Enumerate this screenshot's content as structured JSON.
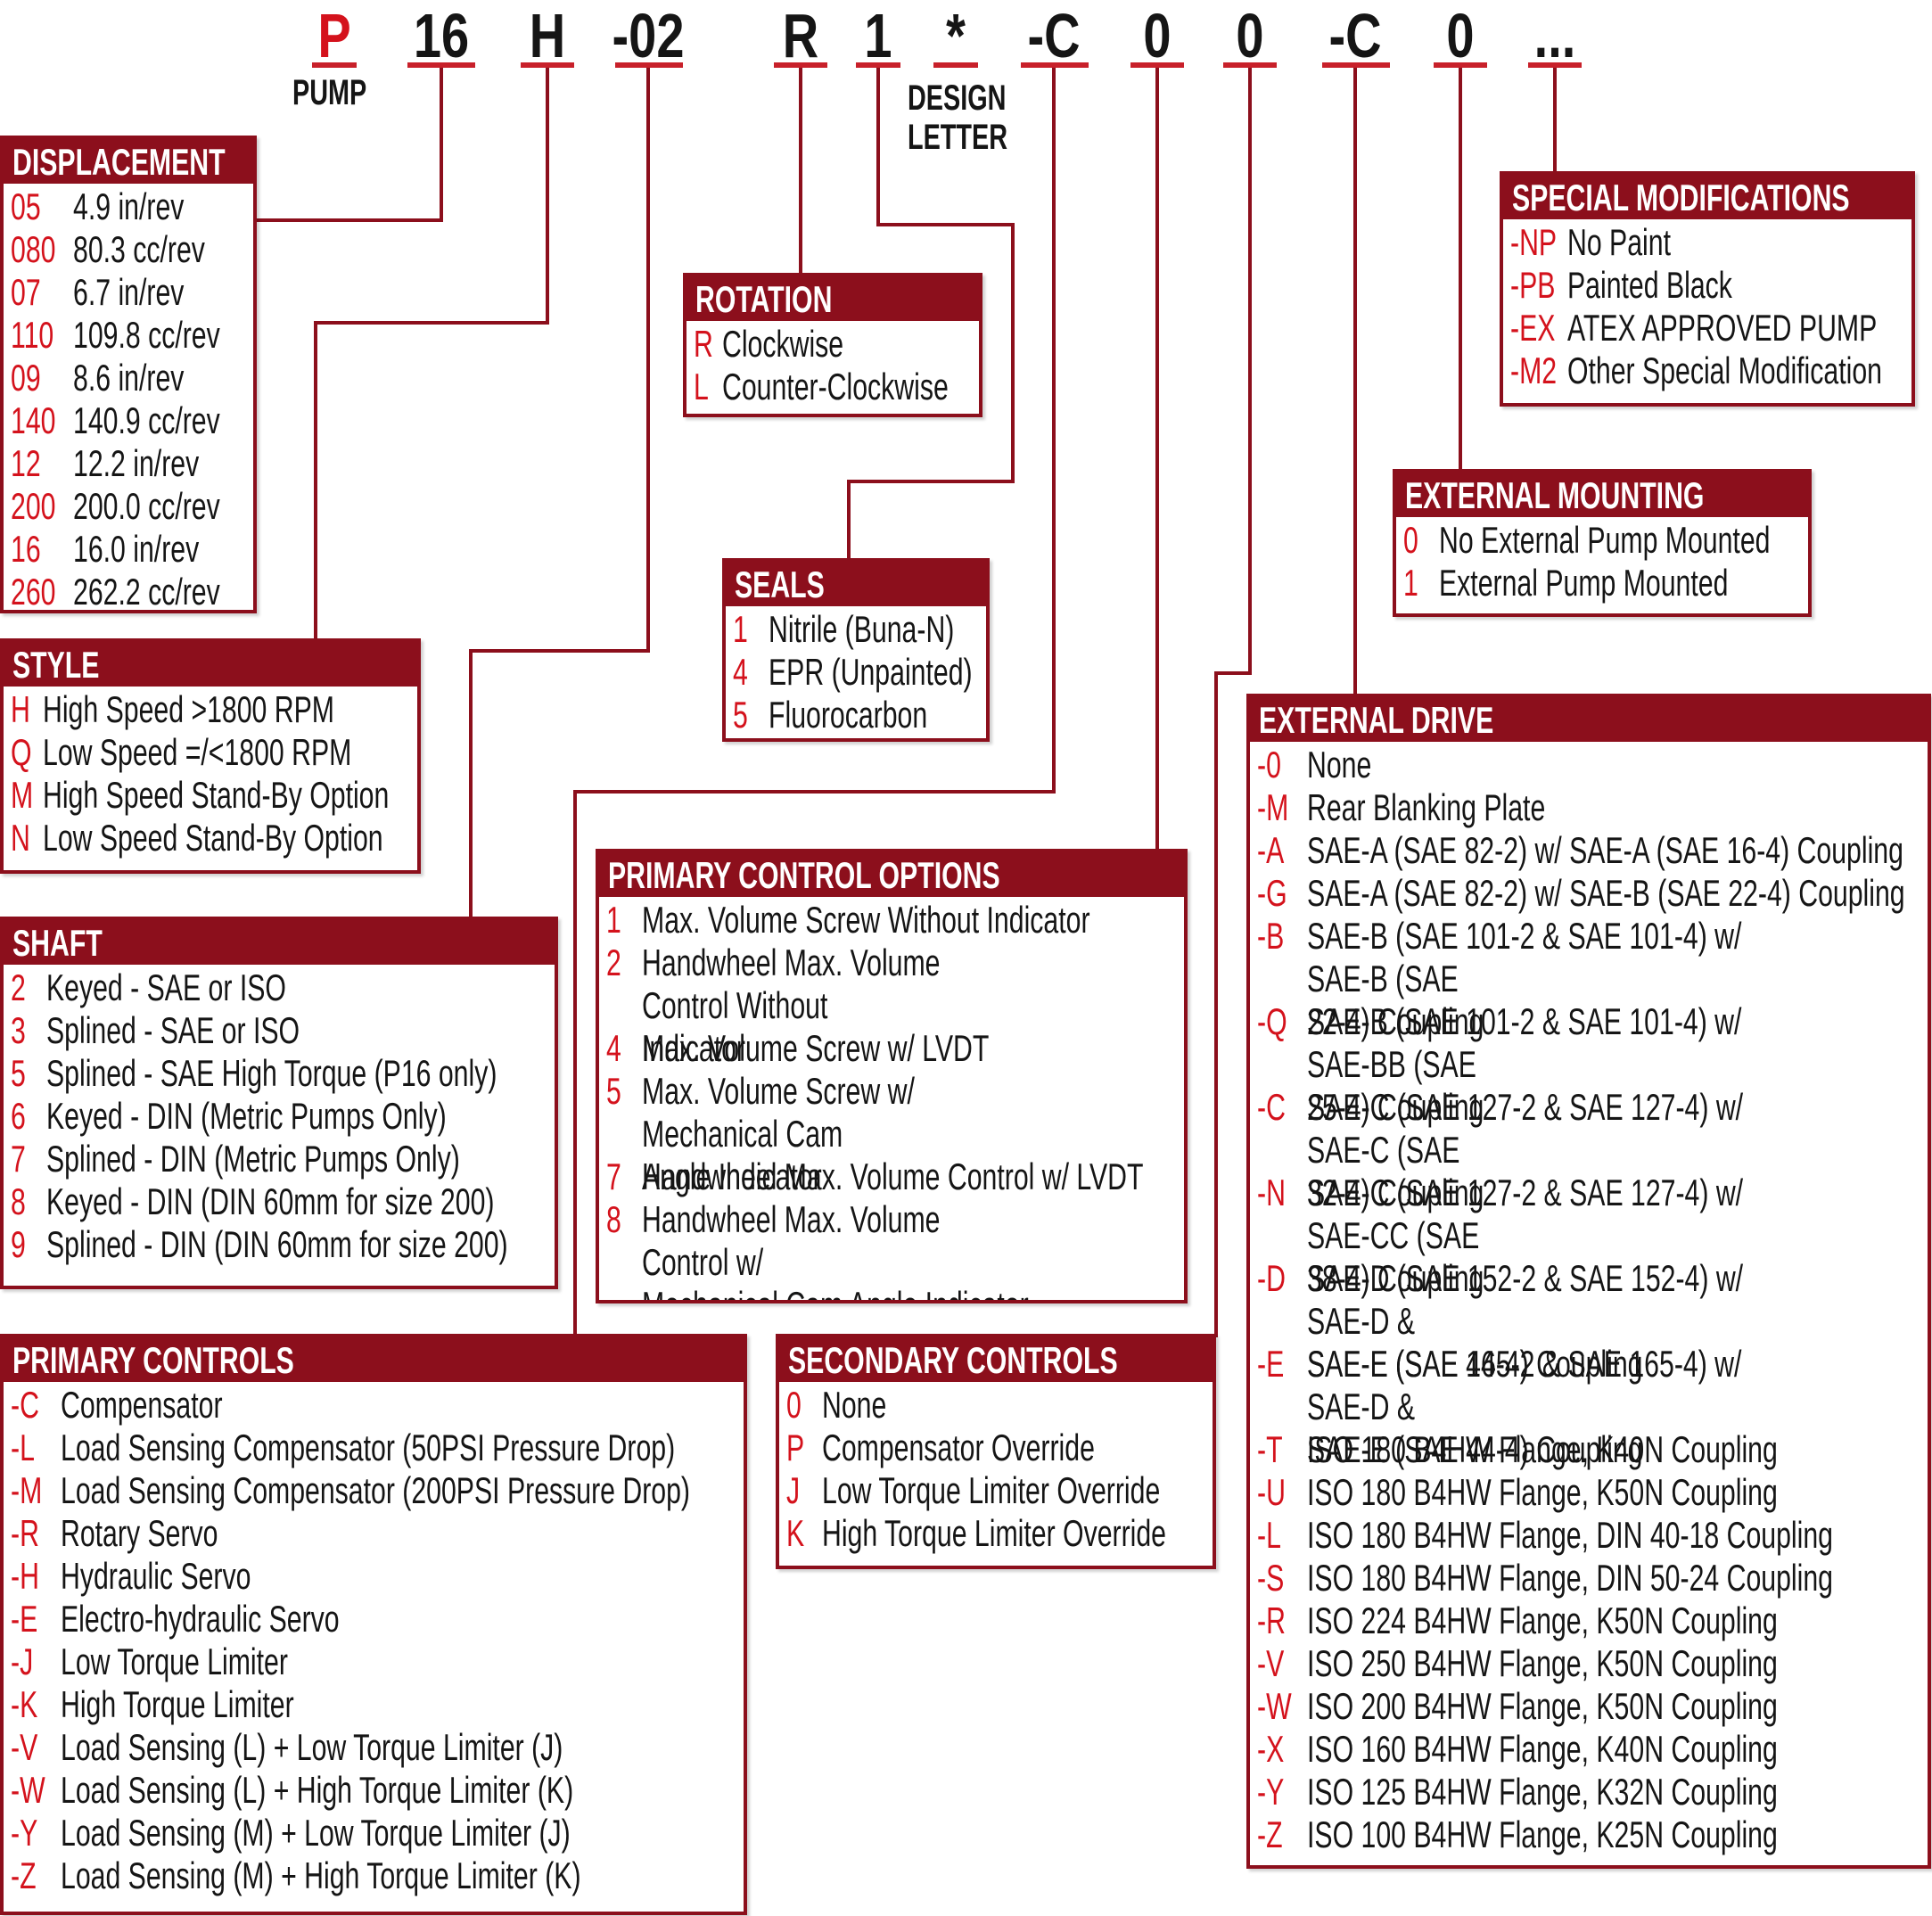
{
  "model_code": {
    "chars": [
      "P",
      "16",
      "H",
      "-02",
      "R",
      "1",
      "*",
      "-C",
      "0",
      "0",
      "-C",
      "0",
      "..."
    ],
    "red_index": 0
  },
  "labels": {
    "pump": "PUMP",
    "design_letter": "DESIGN\nLETTER"
  },
  "colors": {
    "accent": "#8c0f1c",
    "code_red": "#d4121c"
  },
  "boxes": {
    "displacement": {
      "title": "DISPLACEMENT",
      "rows": [
        {
          "code": "05",
          "desc": "4.9 in/rev"
        },
        {
          "code": "080",
          "desc": "80.3 cc/rev"
        },
        {
          "code": "07",
          "desc": "6.7 in/rev"
        },
        {
          "code": "110",
          "desc": "109.8 cc/rev"
        },
        {
          "code": "09",
          "desc": "8.6 in/rev"
        },
        {
          "code": "140",
          "desc": "140.9 cc/rev"
        },
        {
          "code": "12",
          "desc": "12.2 in/rev"
        },
        {
          "code": "200",
          "desc": "200.0 cc/rev"
        },
        {
          "code": "16",
          "desc": "16.0 in/rev"
        },
        {
          "code": "260",
          "desc": "262.2 cc/rev"
        }
      ]
    },
    "style": {
      "title": "STYLE",
      "rows": [
        {
          "code": "H",
          "desc": "High Speed >1800 RPM"
        },
        {
          "code": "Q",
          "desc": "Low Speed =/<1800 RPM"
        },
        {
          "code": "M",
          "desc": "High Speed Stand-By Option"
        },
        {
          "code": "N",
          "desc": "Low Speed Stand-By Option"
        }
      ]
    },
    "shaft": {
      "title": "SHAFT",
      "rows": [
        {
          "code": "2",
          "desc": "Keyed - SAE or ISO"
        },
        {
          "code": "3",
          "desc": "Splined - SAE or ISO"
        },
        {
          "code": "5",
          "desc": "Splined - SAE High Torque (P16 only)"
        },
        {
          "code": "6",
          "desc": "Keyed - DIN (Metric Pumps Only)"
        },
        {
          "code": "7",
          "desc": "Splined - DIN (Metric Pumps Only)"
        },
        {
          "code": "8",
          "desc": "Keyed - DIN (DIN 60mm for size 200)"
        },
        {
          "code": "9",
          "desc": "Splined - DIN (DIN 60mm for size 200)"
        }
      ]
    },
    "primary_controls": {
      "title": "PRIMARY CONTROLS",
      "rows": [
        {
          "code": "-C",
          "desc": "Compensator"
        },
        {
          "code": "-L",
          "desc": "Load Sensing Compensator (50PSI Pressure Drop)"
        },
        {
          "code": "-M",
          "desc": "Load Sensing Compensator (200PSI Pressure Drop)"
        },
        {
          "code": "-R",
          "desc": "Rotary Servo"
        },
        {
          "code": "-H",
          "desc": "Hydraulic Servo"
        },
        {
          "code": "-E",
          "desc": "Electro-hydraulic Servo"
        },
        {
          "code": "-J",
          "desc": "Low Torque Limiter"
        },
        {
          "code": "-K",
          "desc": "High Torque Limiter"
        },
        {
          "code": "-V",
          "desc": "Load Sensing (L) + Low Torque Limiter (J)"
        },
        {
          "code": "-W",
          "desc": "Load Sensing (L) + High Torque Limiter (K)"
        },
        {
          "code": "-Y",
          "desc": "Load Sensing (M) + Low Torque Limiter (J)"
        },
        {
          "code": "-Z",
          "desc": "Load Sensing (M) + High Torque Limiter (K)"
        }
      ]
    },
    "rotation": {
      "title": "ROTATION",
      "rows": [
        {
          "code": "R",
          "desc": "Clockwise"
        },
        {
          "code": "L",
          "desc": "Counter-Clockwise"
        }
      ]
    },
    "seals": {
      "title": "SEALS",
      "rows": [
        {
          "code": "1",
          "desc": "Nitrile (Buna-N)"
        },
        {
          "code": "4",
          "desc": "EPR (Unpainted)"
        },
        {
          "code": "5",
          "desc": "Fluorocarbon"
        }
      ]
    },
    "primary_control_options": {
      "title": "PRIMARY CONTROL OPTIONS",
      "rows": [
        {
          "code": "1",
          "desc": "Max. Volume Screw Without Indicator"
        },
        {
          "code": "2",
          "desc": "Handwheel Max. Volume Control Without\nIndicator",
          "wrap": true
        },
        {
          "code": "4",
          "desc": "Max. Volume Screw w/ LVDT"
        },
        {
          "code": "5",
          "desc": "Max. Volume Screw w/ Mechanical Cam\nAngle Indicator",
          "wrap": true
        },
        {
          "code": "7",
          "desc": "Handwheel Max. Volume Control w/ LVDT"
        },
        {
          "code": "8",
          "desc": "Handwheel Max. Volume Control w/\nMechanical Cam Angle Indicator",
          "wrap": true
        }
      ]
    },
    "secondary_controls": {
      "title": "SECONDARY CONTROLS",
      "rows": [
        {
          "code": "0",
          "desc": "None"
        },
        {
          "code": "P",
          "desc": "Compensator Override"
        },
        {
          "code": "J",
          "desc": "Low Torque Limiter Override"
        },
        {
          "code": "K",
          "desc": "High Torque Limiter Override"
        }
      ]
    },
    "special_modifications": {
      "title": "SPECIAL MODIFICATIONS",
      "rows": [
        {
          "code": "-NP",
          "desc": "No Paint"
        },
        {
          "code": "-PB",
          "desc": "Painted Black"
        },
        {
          "code": "-EX",
          "desc": "ATEX APPROVED PUMP"
        },
        {
          "code": "-M2",
          "desc": "Other Special Modification"
        }
      ]
    },
    "external_mounting": {
      "title": "EXTERNAL MOUNTING",
      "rows": [
        {
          "code": "0",
          "desc": "No External Pump Mounted"
        },
        {
          "code": "1",
          "desc": "External Pump Mounted"
        }
      ]
    },
    "external_drive": {
      "title": "EXTERNAL DRIVE",
      "rows": [
        {
          "code": "-0",
          "desc": "None"
        },
        {
          "code": "-M",
          "desc": "Rear Blanking Plate"
        },
        {
          "code": "-A",
          "desc": "SAE-A (SAE 82-2) w/ SAE-A (SAE 16-4) Coupling"
        },
        {
          "code": "-G",
          "desc": "SAE-A (SAE 82-2) w/ SAE-B (SAE 22-4) Coupling"
        },
        {
          "code": "-B",
          "desc": "SAE-B (SAE 101-2 & SAE 101-4) w/ SAE-B (SAE\n22-4) Coupling",
          "wrap": true
        },
        {
          "code": "-Q",
          "desc": "SAE-B (SAE 101-2 & SAE 101-4) w/ SAE-BB (SAE\n25-4) Coupling",
          "wrap": true
        },
        {
          "code": "-C",
          "desc": "SAE-C (SAE 127-2 & SAE 127-4) w/ SAE-C (SAE\n32-4) Coupling",
          "wrap": true
        },
        {
          "code": "-N",
          "desc": "SAE-C (SAE 127-2 & SAE 127-4) w/ SAE-CC (SAE\n38-4) Coupling",
          "wrap": true
        },
        {
          "code": "-D",
          "desc": "SAE-D (SAE 152-2 & SAE 152-4) w/ SAE-D &\nSAE-E (SAE 44-4) Coupling",
          "wrap": true
        },
        {
          "code": "-E",
          "desc": "SAE-E (SAE 165-2 & SAE 165-4) w/ SAE-D &\nSAE-E (SAE 44-4) Coupling",
          "wrap": true
        },
        {
          "code": "-T",
          "desc": "ISO 180 B4HW Flange, K40N Coupling"
        },
        {
          "code": "-U",
          "desc": "ISO 180 B4HW Flange, K50N Coupling"
        },
        {
          "code": "-L",
          "desc": "ISO 180 B4HW Flange, DIN 40-18 Coupling"
        },
        {
          "code": "-S",
          "desc": "ISO 180 B4HW Flange, DIN 50-24 Coupling"
        },
        {
          "code": "-R",
          "desc": "ISO 224 B4HW Flange, K50N Coupling"
        },
        {
          "code": "-V",
          "desc": "ISO 250 B4HW Flange, K50N Coupling"
        },
        {
          "code": "-W",
          "desc": "ISO 200 B4HW Flange, K50N Coupling"
        },
        {
          "code": "-X",
          "desc": "ISO 160 B4HW Flange, K40N Coupling"
        },
        {
          "code": "-Y",
          "desc": "ISO 125 B4HW Flange, K32N Coupling"
        },
        {
          "code": "-Z",
          "desc": "ISO 100 B4HW Flange, K25N Coupling"
        }
      ]
    }
  }
}
